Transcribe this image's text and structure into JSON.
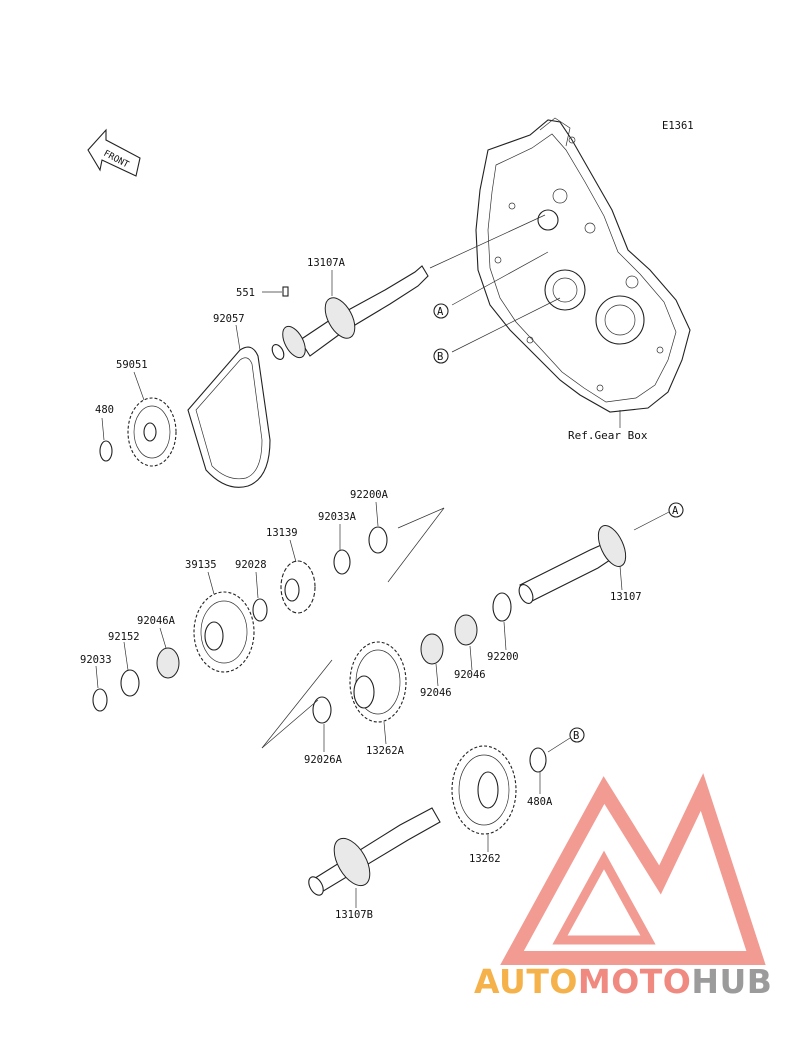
{
  "diagram_code": "E1361",
  "front_label": "FRONT",
  "ref_label": "Ref.Gear Box",
  "callout_a": "A",
  "callout_b": "B",
  "parts": {
    "p13107A": "13107A",
    "p551": "551",
    "p92057": "92057",
    "p59051": "59051",
    "p480": "480",
    "p92200A": "92200A",
    "p92033A": "92033A",
    "p13139": "13139",
    "p39135": "39135",
    "p92028": "92028",
    "p92046A": "92046A",
    "p92152": "92152",
    "p92033": "92033",
    "p13107": "13107",
    "p92200": "92200",
    "p92046a": "92046",
    "p92046b": "92046",
    "p13262A": "13262A",
    "p92026A": "92026A",
    "p480A": "480A",
    "p13262": "13262",
    "p13107B": "13107B"
  },
  "watermark": {
    "auto": "AUTO",
    "moto": "MOTO",
    "hub": "HUB",
    "colors": {
      "auto": "#f6b24a",
      "moto": "#f08a80",
      "hub": "#9b9b9b",
      "logo": "#f08a80"
    }
  }
}
